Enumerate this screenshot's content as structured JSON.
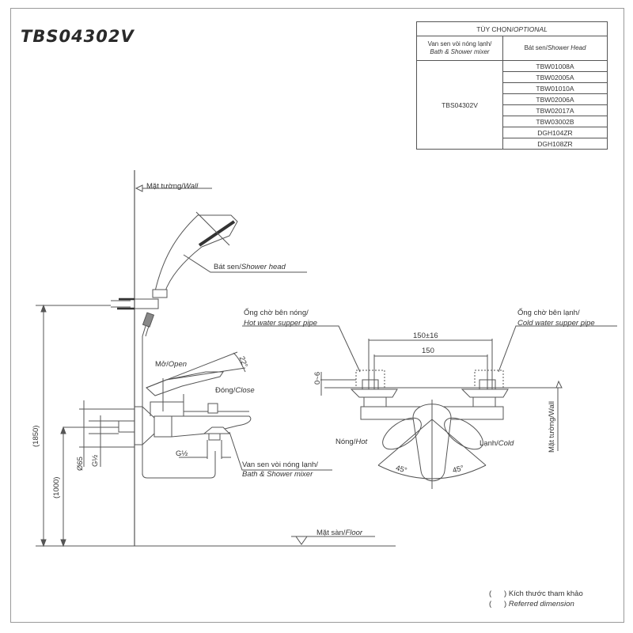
{
  "model": "TBS04302V",
  "options_table": {
    "title_plain": "TÙY CHỌN/",
    "title_italic": "OPTIONAL",
    "col1_line1": "Van sen vòi nóng lạnh/",
    "col1_line2": "Bath & Shower mixer",
    "col2_plain": "Bát sen/",
    "col2_italic": "Shower Head",
    "mixer_model": "TBS04302V",
    "shower_heads": [
      "TBW01008A",
      "TBW02005A",
      "TBW01010A",
      "TBW02006A",
      "TBW02017A",
      "TBW03002B",
      "DGH104ZR",
      "DGH108ZR"
    ]
  },
  "labels": {
    "wall_plain": "Mặt tường/",
    "wall_italic": "Wall",
    "shower_head_plain": "Bát sen/",
    "shower_head_italic": "Shower head",
    "open_plain": "Mở/",
    "open_italic": "Open",
    "close_plain": "Đóng/",
    "close_italic": "Close",
    "mixer_line1": "Van sen vòi nóng lạnh/",
    "mixer_line2": "Bath & Shower mixer",
    "hot_pipe_line1": "Ống chờ bên nóng/",
    "hot_pipe_line2": "Hot water supper pipe",
    "cold_pipe_line1": "Ống chờ bên lạnh/",
    "cold_pipe_line2": "Cold water supper pipe",
    "hot_plain": "Nóng/",
    "hot_italic": "Hot",
    "cold_plain": "Lạnh/",
    "cold_italic": "Cold",
    "floor_plain": "Mặt sàn/",
    "floor_italic": "Floor",
    "wall_vertical": "Mặt tường/Wall"
  },
  "dimensions": {
    "height_total": "(1850)",
    "height_mixer": "(1000)",
    "diameter": "Ø65",
    "thread_side": "G½",
    "thread_bottom": "G½",
    "lever_angle": "22°",
    "offset": "0~6",
    "spacing_tol": "150±16",
    "spacing": "150",
    "angle_left": "45°",
    "angle_right": "45°"
  },
  "notes": {
    "paren_open": "(",
    "paren_close": ")",
    "line1": "Kích thước tham khảo",
    "line2": "Referred dimension"
  }
}
